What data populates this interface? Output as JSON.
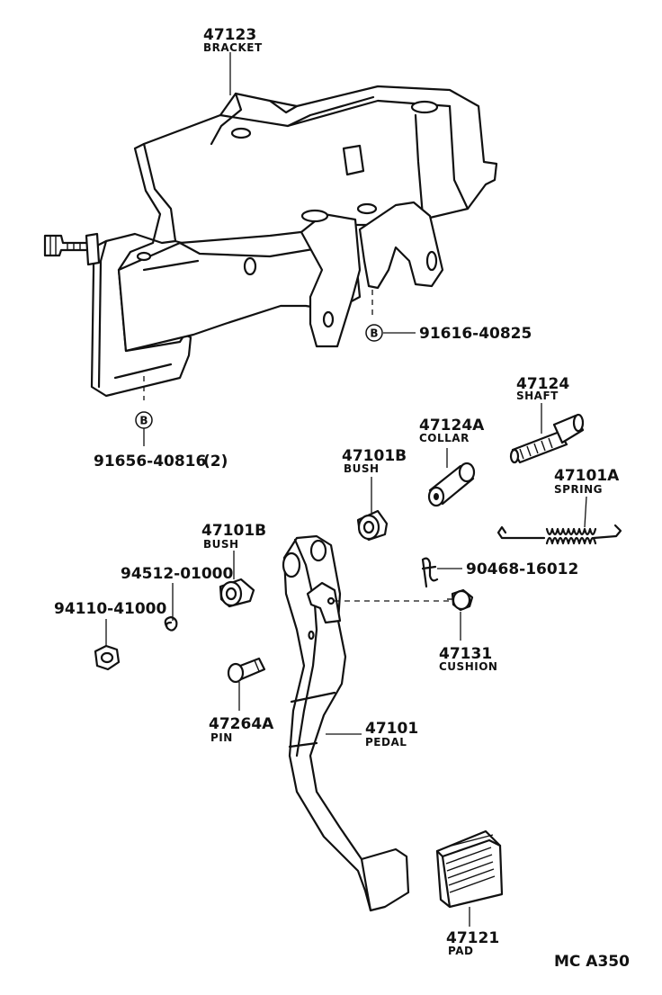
{
  "parts": {
    "bracket": {
      "number": "47123",
      "name": "BRACKET"
    },
    "bolt_b_upper": {
      "marker": "B",
      "number": "91616-40825"
    },
    "bolt_b_lower": {
      "marker": "B",
      "number": "91656-40816",
      "qty": "(2)"
    },
    "shaft": {
      "number": "47124",
      "name": "SHAFT"
    },
    "collar": {
      "number": "47124A",
      "name": "COLLAR"
    },
    "bush_right": {
      "number": "47101B",
      "name": "BUSH"
    },
    "spring": {
      "number": "47101A",
      "name": "SPRING"
    },
    "bush_left": {
      "number": "47101B",
      "name": "BUSH"
    },
    "washer": {
      "number": "94512-01000"
    },
    "nut": {
      "number": "94110-41000"
    },
    "clip": {
      "number": "90468-16012"
    },
    "cushion": {
      "number": "47131",
      "name": "CUSHION"
    },
    "pin": {
      "number": "47264A",
      "name": "PIN"
    },
    "pedal": {
      "number": "47101",
      "name": "PEDAL"
    },
    "pad": {
      "number": "47121",
      "name": "PAD"
    }
  },
  "figure_code": "MC A350"
}
